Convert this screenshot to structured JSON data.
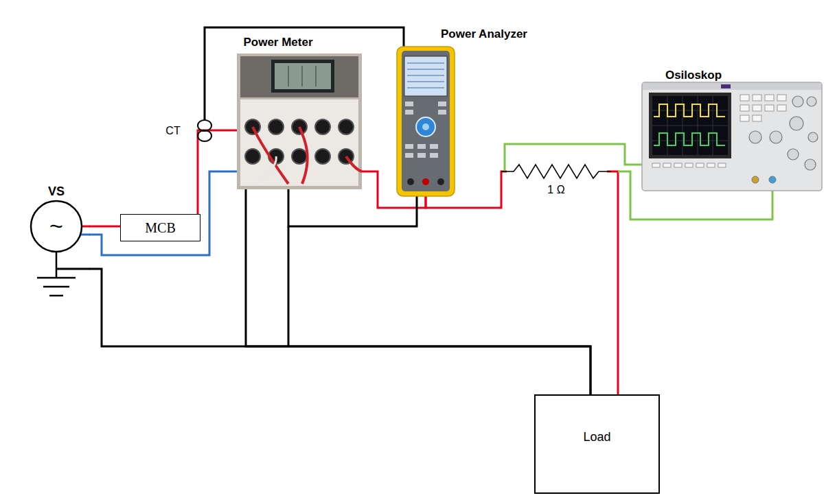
{
  "diagram": {
    "nodes": [
      {
        "text": [
          "VS",
          "~"
        ]
      },
      {
        "text": [
          "MCB"
        ]
      },
      {
        "text": [
          "Power Meter"
        ]
      },
      {
        "text": [
          "Power Analyzer"
        ]
      },
      {
        "text": [
          "Osiloskop"
        ]
      },
      {
        "text": [
          "Load"
        ]
      }
    ],
    "edges": [
      {
        "from": 0,
        "to": 1,
        "arrow": "none"
      },
      {
        "from": 1,
        "to": 2,
        "arrow": "none"
      },
      {
        "from": 0,
        "to": 2,
        "arrow": "none"
      },
      {
        "from": 2,
        "to": 3,
        "arrow": "none"
      },
      {
        "from": 3,
        "to": 5,
        "arrow": "none"
      },
      {
        "from": 0,
        "to": 5,
        "arrow": "none"
      },
      {
        "from": 2,
        "to": 5,
        "arrow": "none"
      },
      {
        "from": 3,
        "to": 2,
        "arrow": "none"
      }
    ],
    "labels": [
      "CT",
      "1 Ω"
    ]
  }
}
